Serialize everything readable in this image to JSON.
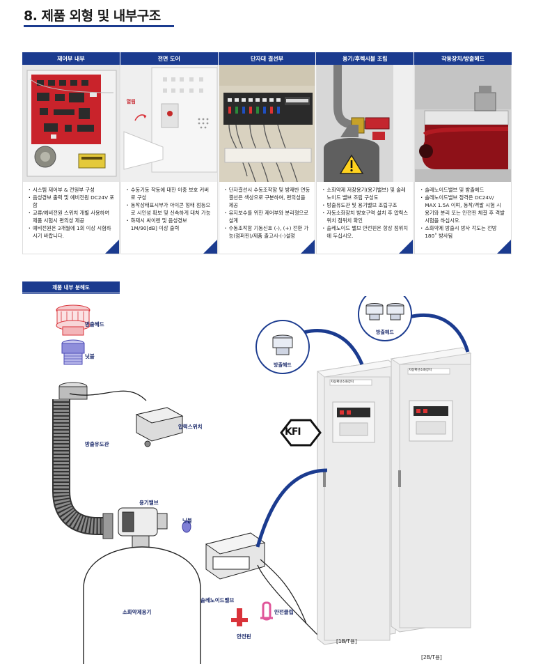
{
  "page": {
    "title": "8. 제품 외형 및 내부구조"
  },
  "columns": [
    {
      "header": "제어부 내부",
      "bullets": [
        "시스템 제어부 & 전원부 구성",
        "음성경보 출력 및 예비전원 DC24V 포함",
        "교류/예비전원 스위치 개별 사용하여 제품 시험시 편의성 제공",
        "예비전원은 3개월에 1회 이상 시험하시기 바랍니다."
      ]
    },
    {
      "header": "전면 도어",
      "photo_label": "열림",
      "bullets": [
        "수동기동 작동에 대한 이중 보호 커버로 구성",
        "동작상태표시부가 아이콘 형태 점등으로 시인성 확보 및 신속하게 대처 가능",
        "화재시 싸이렌 및 음성경보 1M/90[dB] 이상 출력"
      ]
    },
    {
      "header": "단자대 결선부",
      "bullets": [
        "단자결선시 수동조작함 및 방재반 연동결선은 색상으로 구분하여, 편의성을 제공",
        "유지보수를 위한 제어부와 분리형으로 설계",
        "수동조작함 기동신호 (-), (+) 전환 가능(점퍼핀)/제품 출고시-(-)설정"
      ]
    },
    {
      "header": "용기/후렉시블 조립",
      "bullets": [
        "소화약제 저장용기(용기밸브) 및 솔레노이드 밸브 조립 구성도",
        "방출유도관 및 용기밸브 조립구조",
        "자동소화장치 방호구역 설치 후 압력스위치 점위치 확인",
        "솔레노이드 밸브 안전핀은 항상 점위치에 두십시오."
      ]
    },
    {
      "header": "작동장치/방출헤드",
      "bullets": [
        "솔레노이드밸브 및 방출헤드",
        "솔레노이드밸브 정격은 DC24V/ MAX 1.5A 이며, 동작/격발 시험 시 용기와 분리 또는 안전핀 체결 후 격발 시험을 하십시오.",
        "소화약제 방출시 방사 각도는 전방 180˚ 방사됨"
      ]
    }
  ],
  "exploded": {
    "section_title": "제품 내부 분해도",
    "labels": {
      "head": "방출헤드",
      "nipple1": "닛블",
      "hose": "방출유도관",
      "pressure_switch": "압력스위치",
      "cyl_valve": "용기밸브",
      "nipple2": "닛블",
      "cylinder": "소화약제용기",
      "solenoid": "솔레노이드밸브",
      "safety_pin": "안전핀",
      "safety_clip": "안전클립"
    }
  },
  "product": {
    "bubble1_label": "방출헤드",
    "bubble2_label": "방출헤드",
    "kfi_logo": "KFI",
    "cabinet1_caption": "[1B/T용]",
    "cabinet2_caption": "[2B/T용]",
    "panel_label": "자동확산소화장치"
  },
  "colors": {
    "brand_blue": "#1b3b8f",
    "accent_red": "#c7262e"
  }
}
